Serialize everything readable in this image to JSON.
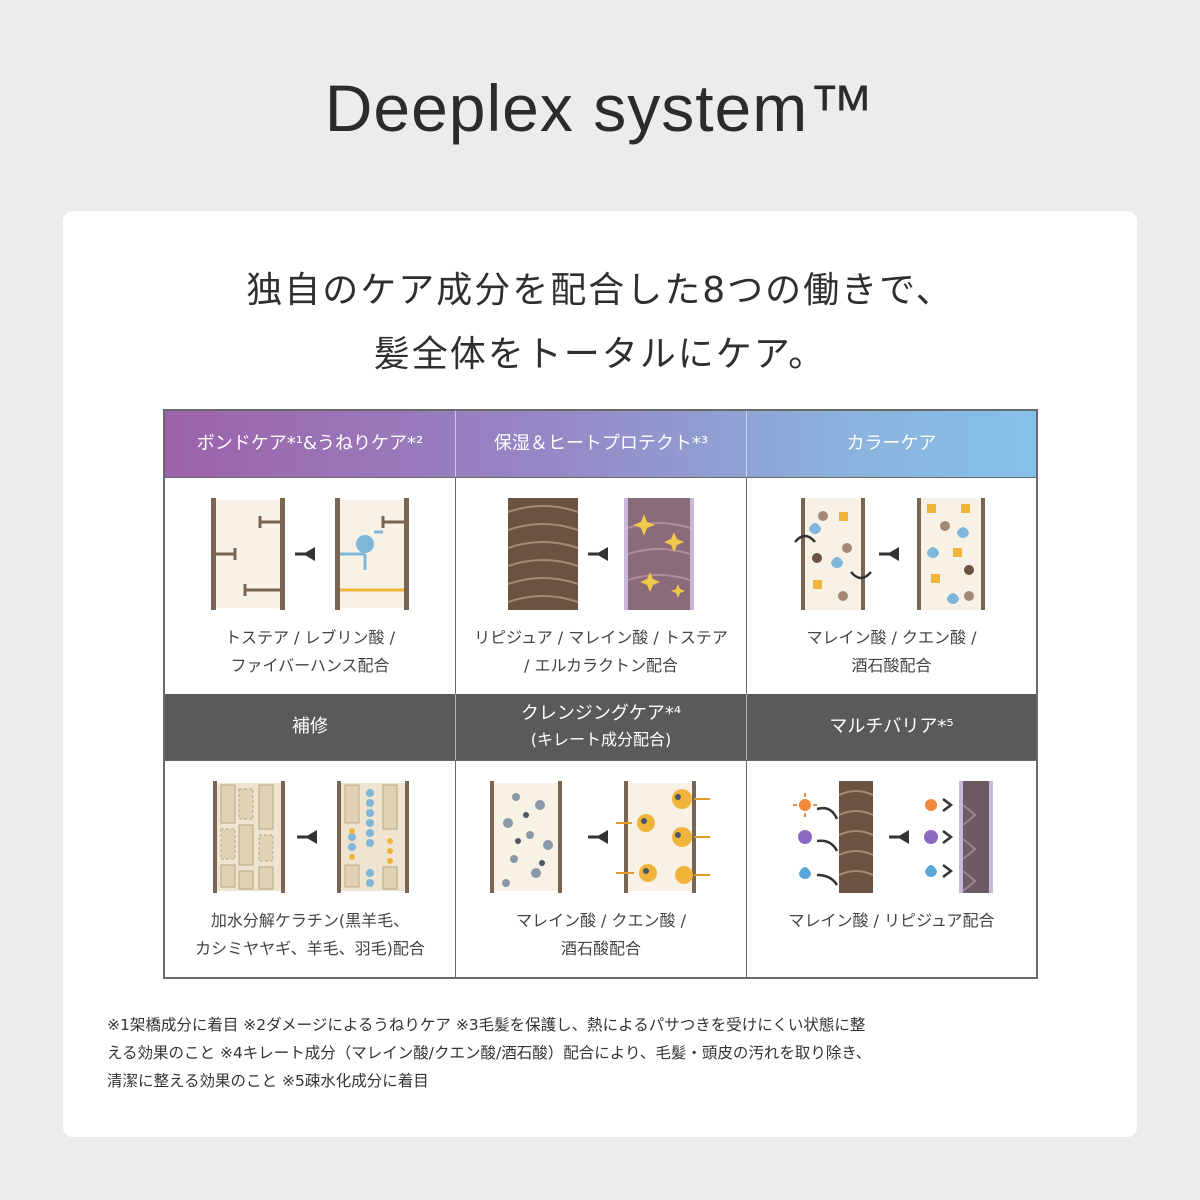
{
  "title": "Deeplex system™",
  "headline": {
    "line1": "独自のケア成分を配合した8つの働きで、",
    "line2": "髪全体をトータルにケア。"
  },
  "cells": [
    {
      "title": "ボンドケア*¹&うねりケア*²",
      "subtitle": "",
      "caption1": "トステア / レブリン酸 /",
      "caption2": "ファイバーハンス配合",
      "icon": "bond-care-icon"
    },
    {
      "title": "保湿＆ヒートプロテクト*³",
      "subtitle": "",
      "caption1": "リピジュア / マレイン酸 / トステア",
      "caption2": "/ エルカラクトン配合",
      "icon": "heat-protect-icon"
    },
    {
      "title": "カラーケア",
      "subtitle": "",
      "caption1": "マレイン酸 / クエン酸 /",
      "caption2": "酒石酸配合",
      "icon": "color-care-icon"
    },
    {
      "title": "補修",
      "subtitle": "",
      "caption1": "加水分解ケラチン(黒羊毛、",
      "caption2": "カシミヤヤギ、羊毛、羽毛)配合",
      "icon": "repair-icon"
    },
    {
      "title": "クレンジングケア*⁴",
      "subtitle": "(キレート成分配合)",
      "caption1": "マレイン酸 / クエン酸 /",
      "caption2": "酒石酸配合",
      "icon": "cleansing-care-icon"
    },
    {
      "title": "マルチバリア*⁵",
      "subtitle": "",
      "caption1": "マレイン酸 / リピジュア配合",
      "caption2": "",
      "icon": "multi-barrier-icon"
    }
  ],
  "notes": {
    "line1": "※1架橋成分に着目 ※2ダメージによるうねりケア ※3毛髪を保護し、熱によるパサつきを受けにくい状態に整",
    "line2": "える効果のこと ※4キレート成分（マレイン酸/クエン酸/酒石酸）配合により、毛髪・頭皮の汚れを取り除き、",
    "line3": "清潔に整える効果のこと ※5疎水化成分に着目"
  },
  "colors": {
    "background": "#ececec",
    "card": "#ffffff",
    "header_gradient_start": "#9d62a9",
    "header_gradient_end": "#85c0e8",
    "header_dark": "#5a5a5a",
    "hair_brown": "#7a6452",
    "accent_orange": "#f0b43c",
    "accent_blue": "#7fb6d9"
  }
}
